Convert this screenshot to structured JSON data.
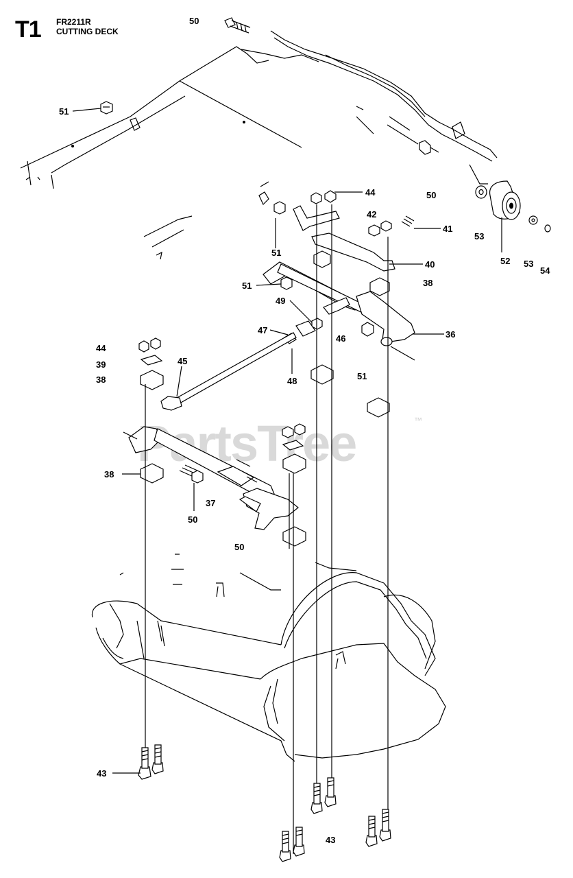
{
  "header": {
    "code": "T1",
    "model": "FR2211R",
    "section": "CUTTING DECK"
  },
  "watermark": {
    "brand": "PartsTree",
    "mark": "™"
  },
  "callouts": [
    {
      "id": "c50a",
      "text": "50"
    },
    {
      "id": "c51a",
      "text": "51"
    },
    {
      "id": "c44a",
      "text": "44"
    },
    {
      "id": "c50b",
      "text": "50"
    },
    {
      "id": "c42",
      "text": "42"
    },
    {
      "id": "c41",
      "text": "41"
    },
    {
      "id": "c53a",
      "text": "53"
    },
    {
      "id": "c52",
      "text": "52"
    },
    {
      "id": "c53b",
      "text": "53"
    },
    {
      "id": "c54",
      "text": "54"
    },
    {
      "id": "c51b",
      "text": "51"
    },
    {
      "id": "c40",
      "text": "40"
    },
    {
      "id": "c51c",
      "text": "51"
    },
    {
      "id": "c38a",
      "text": "38"
    },
    {
      "id": "c49",
      "text": "49"
    },
    {
      "id": "c47",
      "text": "47"
    },
    {
      "id": "c46",
      "text": "46"
    },
    {
      "id": "c36",
      "text": "36"
    },
    {
      "id": "c44b",
      "text": "44"
    },
    {
      "id": "c39",
      "text": "39"
    },
    {
      "id": "c38b",
      "text": "38"
    },
    {
      "id": "c45",
      "text": "45"
    },
    {
      "id": "c48",
      "text": "48"
    },
    {
      "id": "c51d",
      "text": "51"
    },
    {
      "id": "c38c",
      "text": "38"
    },
    {
      "id": "c37",
      "text": "37"
    },
    {
      "id": "c50c",
      "text": "50"
    },
    {
      "id": "c50d",
      "text": "50"
    },
    {
      "id": "c43a",
      "text": "43"
    },
    {
      "id": "c43b",
      "text": "43"
    }
  ]
}
